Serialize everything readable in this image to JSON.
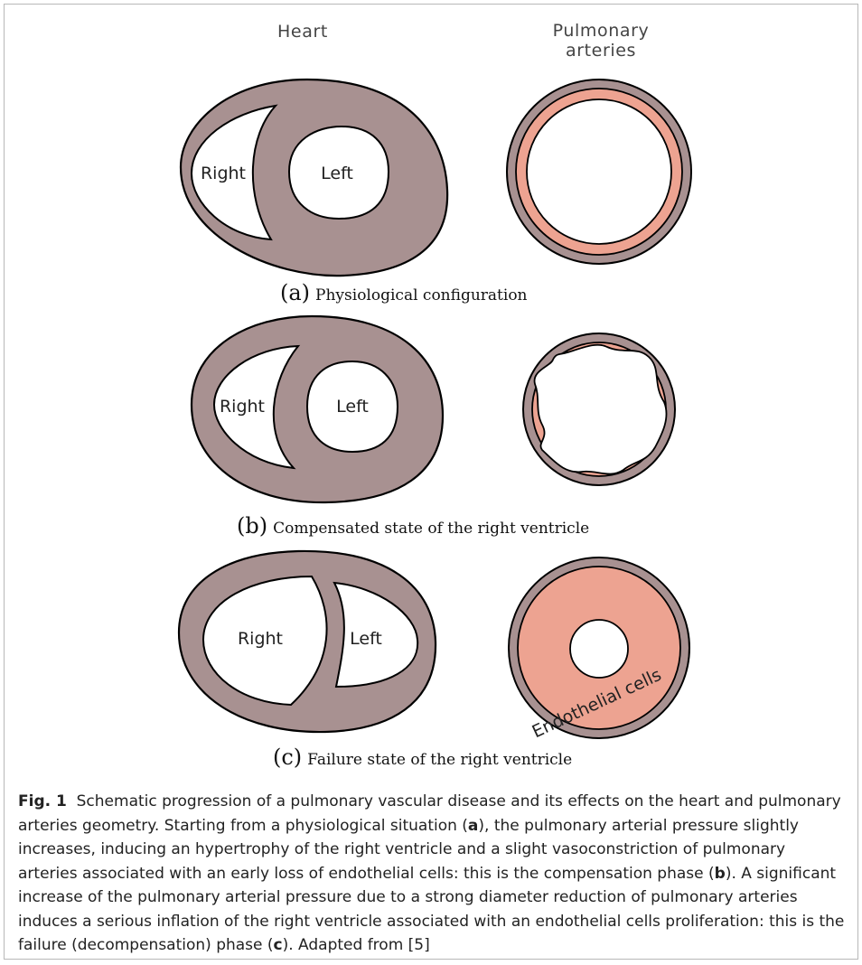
{
  "headers": {
    "heart": "Heart",
    "pulmonary": "Pulmonary\narteries"
  },
  "panels": [
    {
      "letter": "(a)",
      "title": "Physiological configuration",
      "right_label": "Right",
      "left_label": "Left"
    },
    {
      "letter": "(b)",
      "title": "Compensated state of the right ventricle",
      "right_label": "Right",
      "left_label": "Left"
    },
    {
      "letter": "(c)",
      "title": "Failure state of the right ventricle",
      "right_label": "Right",
      "left_label": "Left",
      "artery_label": "Endothelial cells"
    }
  ],
  "caption": {
    "fig_label": "Fig. 1",
    "segments": [
      "Schematic progression of a pulmonary vascular disease and its effects on the heart and pulmonary arteries geometry. Starting from a physiological situation (",
      "a",
      "), the pulmonary arterial pressure slightly increases, inducing an hypertrophy of the right ventricle and a slight vasoconstriction of pulmonary arteries associated with an early loss of endothelial cells: this is the compensation phase (",
      "b",
      "). A significant increase of the pulmonary arterial pressure due to a strong diameter reduction of pulmonary arteries induces a serious inflation of the right ventricle associated with an endothelial cells proliferation: this is the failure (decompensation) phase (",
      "c",
      "). Adapted from [5]"
    ]
  },
  "colors": {
    "myocardium": "#a89191",
    "vessel_wall": "#a89191",
    "endothelium": "#eda391",
    "outline": "#000000",
    "lumen": "#ffffff"
  }
}
